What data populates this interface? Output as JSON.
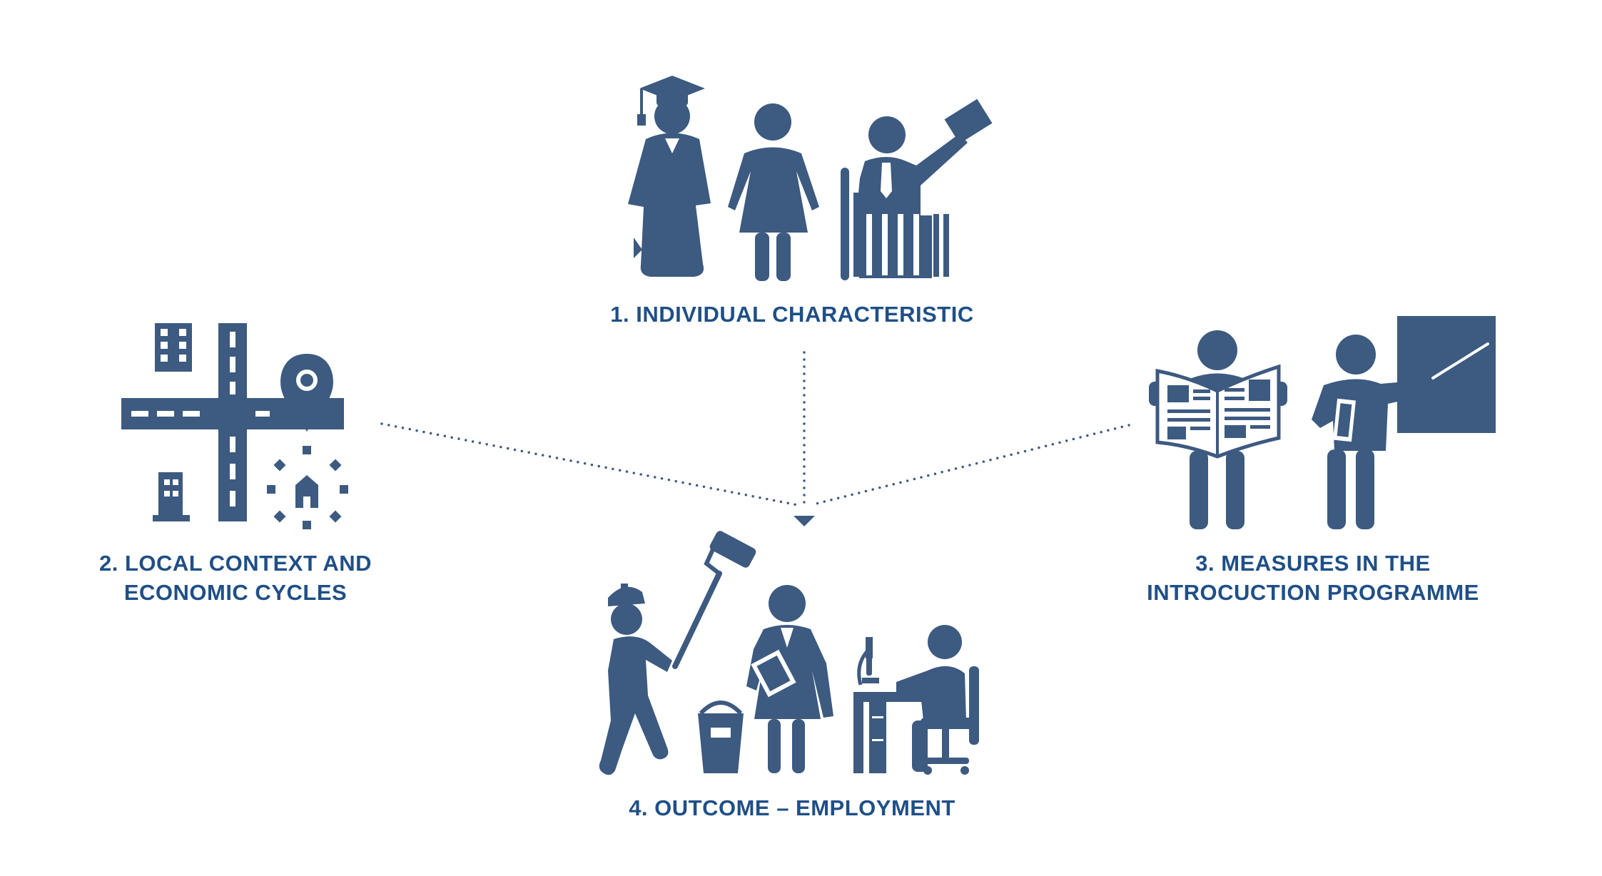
{
  "colors": {
    "primary": "#3d5a80",
    "text": "#1f4f87",
    "background": "#ffffff"
  },
  "nodes": [
    {
      "id": "individual",
      "lines": [
        "1. INDIVIDUAL CHARACTERISTIC"
      ],
      "icons": [
        "graduate-icon",
        "woman-icon",
        "wheelchair-businessman-icon"
      ]
    },
    {
      "id": "local",
      "lines": [
        "2. LOCAL CONTEXT AND",
        "ECONOMIC CYCLES"
      ],
      "icons": [
        "city-map-location-icon"
      ]
    },
    {
      "id": "measures",
      "lines": [
        "3. MEASURES IN THE",
        "INTROCUCTION PROGRAMME"
      ],
      "icons": [
        "newspaper-reader-icon",
        "teacher-board-icon"
      ]
    },
    {
      "id": "outcome",
      "lines": [
        "4. OUTCOME – EMPLOYMENT"
      ],
      "icons": [
        "painter-worker-icon",
        "office-woman-icon",
        "desk-worker-icon"
      ]
    }
  ],
  "connectors": [
    {
      "from": "individual",
      "to": "outcome",
      "style": "dotted"
    },
    {
      "from": "local",
      "to": "outcome",
      "style": "dotted"
    },
    {
      "from": "measures",
      "to": "outcome",
      "style": "dotted"
    }
  ]
}
